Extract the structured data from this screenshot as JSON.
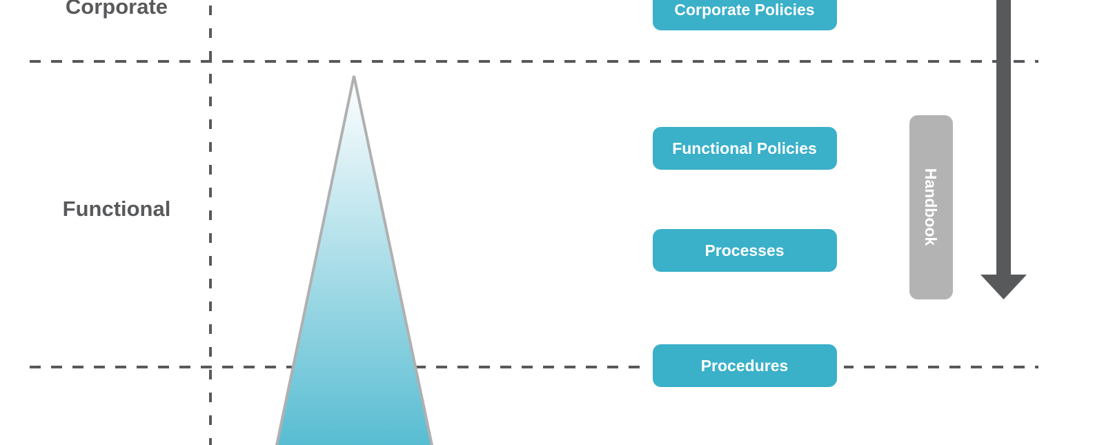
{
  "levels": {
    "corporate": "Corporate",
    "functional": "Functional"
  },
  "boxes": {
    "corporate_policies": "Corporate Policies",
    "functional_policies": "Functional Policies",
    "processes": "Processes",
    "procedures": "Procedures"
  },
  "handbook": "Handbook",
  "colors": {
    "box": "#3ab0c9",
    "handbook": "#b3b3b3",
    "arrow": "#58595b",
    "lines": "#58595b"
  }
}
